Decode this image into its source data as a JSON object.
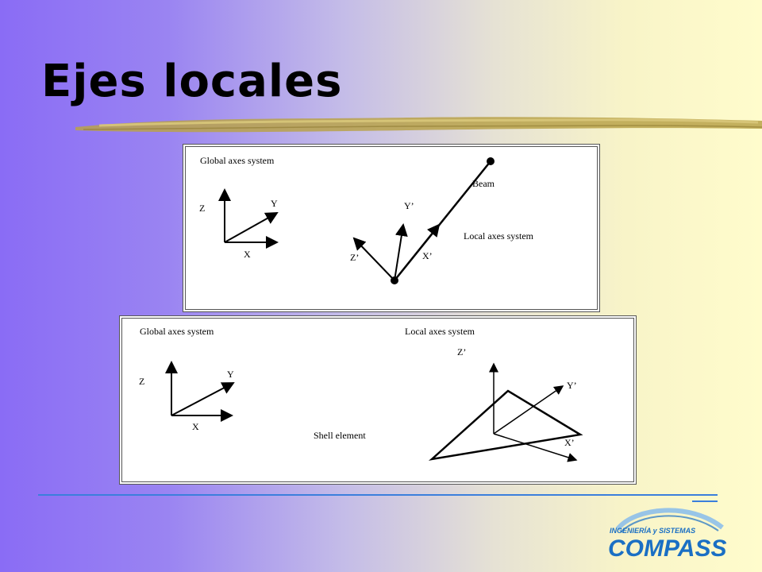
{
  "title": "Ejes locales",
  "diagram1": {
    "global_label": "Global axes system",
    "axis_x": "X",
    "axis_y": "Y",
    "axis_z": "Z",
    "beam_label": "Beam",
    "local_label": "Local axes system",
    "local_x": "X’",
    "local_y": "Y’",
    "local_z": "Z’"
  },
  "diagram2": {
    "global_label": "Global axes system",
    "local_label": "Local axes system",
    "axis_x": "X",
    "axis_y": "Y",
    "axis_z": "Z",
    "shell_label": "Shell element",
    "local_x": "X’",
    "local_y": "Y’",
    "local_z": "Z’"
  },
  "logo": {
    "line1": "INGENIERÍA y SISTEMAS",
    "line2": "COMPASS",
    "colors": {
      "primary": "#1a6fc4",
      "light": "#7fb8ee"
    }
  },
  "colors": {
    "accent_line": "#3b7fdc",
    "brush": "#b8a24a"
  }
}
